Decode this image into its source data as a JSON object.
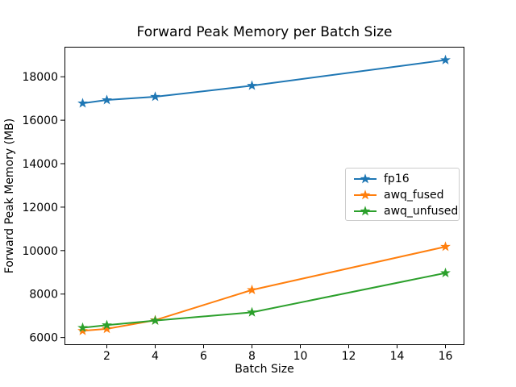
{
  "chart_data": {
    "type": "line",
    "title": "Forward Peak Memory per Batch Size",
    "xlabel": "Batch Size",
    "ylabel": "Forward Peak Memory (MB)",
    "x": [
      1,
      2,
      4,
      8,
      16
    ],
    "series": [
      {
        "name": "fp16",
        "color": "#1f77b4",
        "values": [
          16780,
          16930,
          17080,
          17590,
          18770
        ]
      },
      {
        "name": "awq_fused",
        "color": "#ff7f0e",
        "values": [
          6310,
          6400,
          6800,
          8190,
          10180
        ]
      },
      {
        "name": "awq_unfused",
        "color": "#2ca02c",
        "values": [
          6450,
          6570,
          6780,
          7160,
          8970
        ]
      }
    ],
    "marker": "star",
    "line_width": 2,
    "xticks": [
      2,
      4,
      6,
      8,
      10,
      12,
      14,
      16
    ],
    "yticks": [
      6000,
      8000,
      10000,
      12000,
      14000,
      16000,
      18000
    ],
    "xlim": [
      0.25,
      16.75
    ],
    "ylim": [
      5690,
      19380
    ],
    "grid": false,
    "legend_position": "center-right",
    "axis_color": "#000000",
    "legend_border_color": "#cccccc",
    "background_color": "#ffffff"
  }
}
